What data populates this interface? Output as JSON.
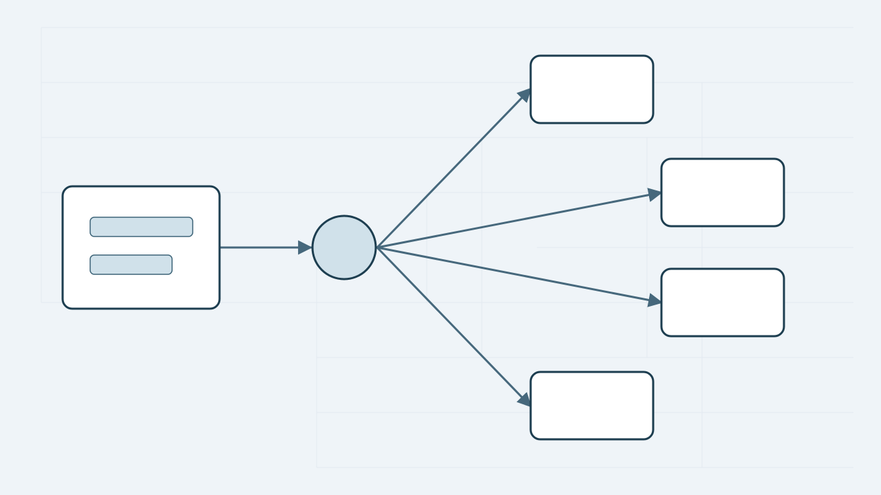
{
  "diagram": {
    "type": "fan-out-flow",
    "title": "",
    "nodes": [
      {
        "id": "source",
        "kind": "card-with-lines",
        "label": ""
      },
      {
        "id": "hub",
        "kind": "circle",
        "label": ""
      },
      {
        "id": "target-1",
        "kind": "box",
        "label": ""
      },
      {
        "id": "target-2",
        "kind": "box",
        "label": ""
      },
      {
        "id": "target-3",
        "kind": "box",
        "label": ""
      },
      {
        "id": "target-4",
        "kind": "box",
        "label": ""
      }
    ],
    "edges": [
      {
        "from": "source",
        "to": "hub"
      },
      {
        "from": "hub",
        "to": "target-1"
      },
      {
        "from": "hub",
        "to": "target-2"
      },
      {
        "from": "hub",
        "to": "target-3"
      },
      {
        "from": "hub",
        "to": "target-4"
      }
    ]
  },
  "colors": {
    "background": "#eff4f8",
    "grid": "#e3eaf0",
    "node_stroke": "#1d3e50",
    "node_fill": "#ffffff",
    "hub_fill": "#d0e1ea",
    "placeholder_fill": "#d0e1ea",
    "placeholder_stroke": "#3d6478",
    "edge": "#46687c"
  }
}
